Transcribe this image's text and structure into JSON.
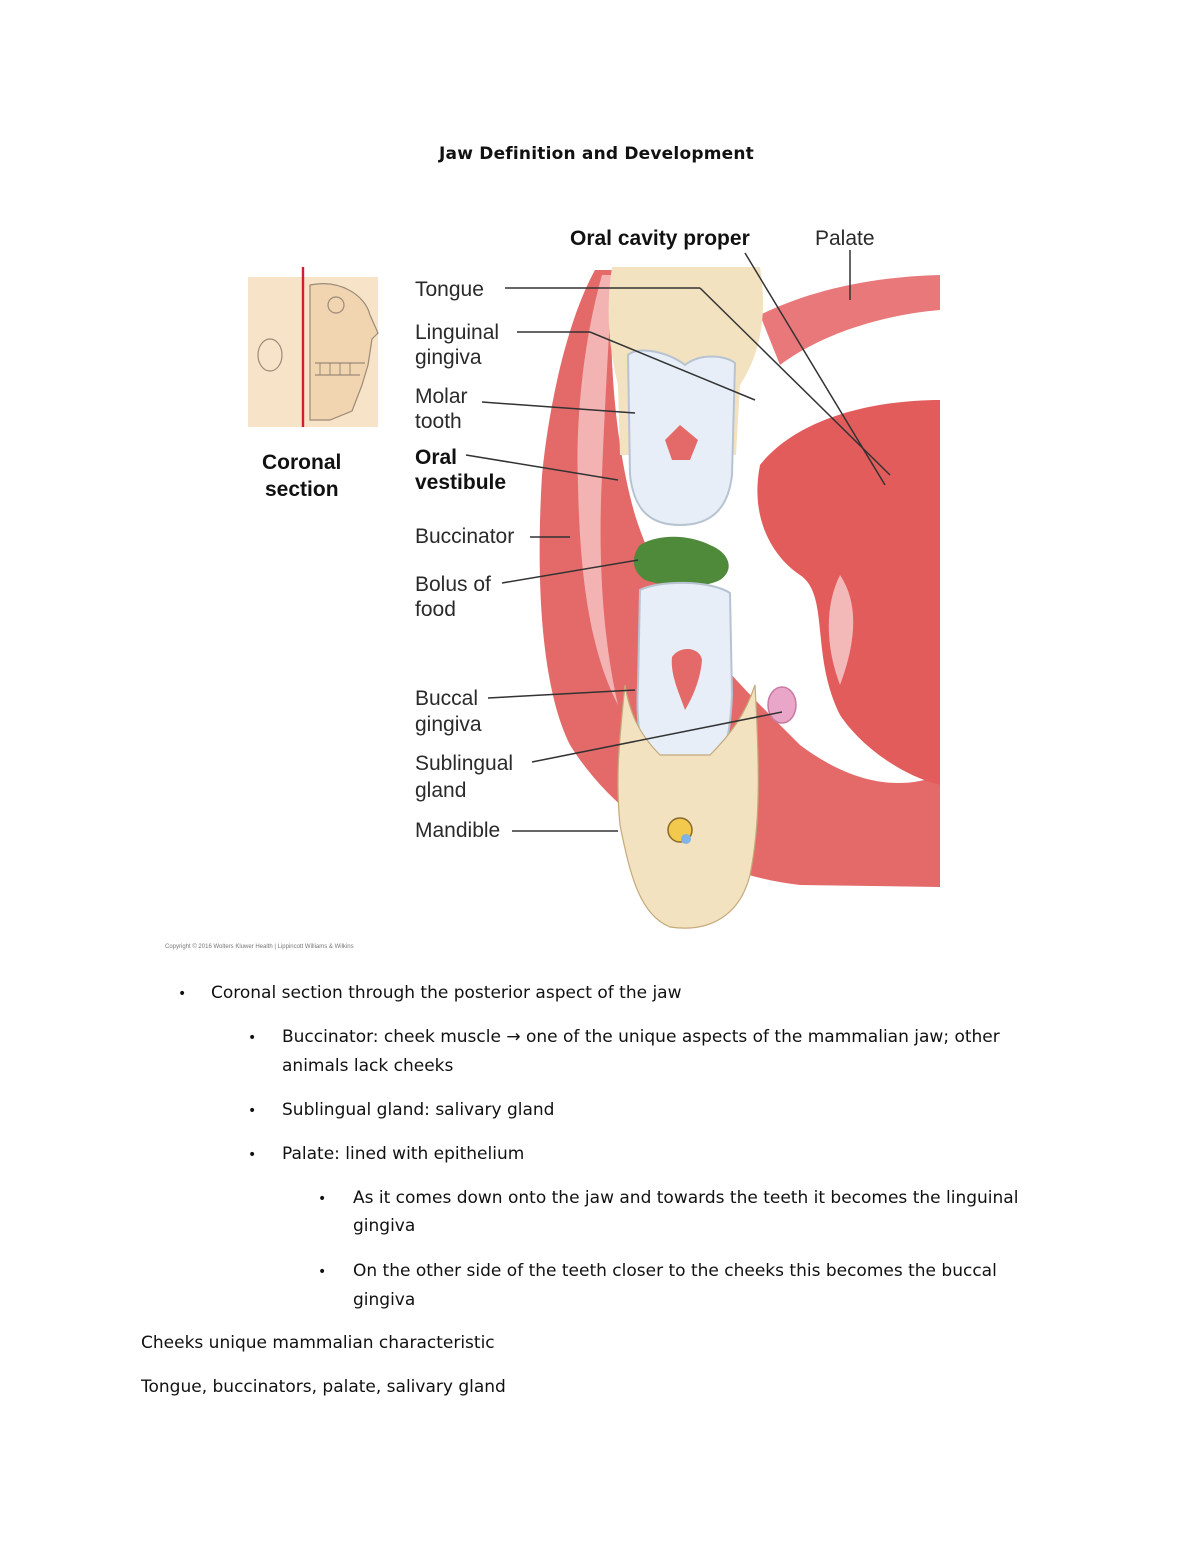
{
  "title": "Jaw Definition and Development",
  "figure": {
    "labels": {
      "oral_cavity_proper": "Oral cavity proper",
      "palate": "Palate",
      "tongue": "Tongue",
      "linguinal_1": "Linguinal",
      "linguinal_2": "gingiva",
      "molar_1": "Molar",
      "molar_2": "tooth",
      "oral_vestibule_1": "Oral",
      "oral_vestibule_2": "vestibule",
      "buccinator": "Buccinator",
      "bolus_1": "Bolus of",
      "bolus_2": "food",
      "buccal_1": "Buccal",
      "buccal_2": "gingiva",
      "sublingual_1": "Sublingual",
      "sublingual_2": "gland",
      "mandible": "Mandible",
      "coronal_1": "Coronal",
      "coronal_2": "section"
    },
    "copyright": "Copyright © 2016 Wolters Kluwer Health | Lippincott Williams & Wilkins"
  },
  "bullets": {
    "b1": "Coronal section through the posterior aspect of the jaw",
    "b2_line1": "Buccinator: cheek muscle → one of the unique aspects of the mammalian jaw; other",
    "b2_line2": "animals lack cheeks",
    "b3": "Sublingual gland: salivary gland",
    "b4": "Palate: lined with epithelium",
    "b5_line1": "As it comes down onto the jaw and towards the teeth it becomes the linguinal",
    "b5_line2": "gingiva",
    "b6_line1": "On the other side of the teeth closer to the cheeks this becomes the buccal",
    "b6_line2": "gingiva"
  },
  "paragraphs": {
    "p1": "Cheeks unique mammalian characteristic",
    "p2": "Tongue, buccinators, palate, salivary gland"
  }
}
